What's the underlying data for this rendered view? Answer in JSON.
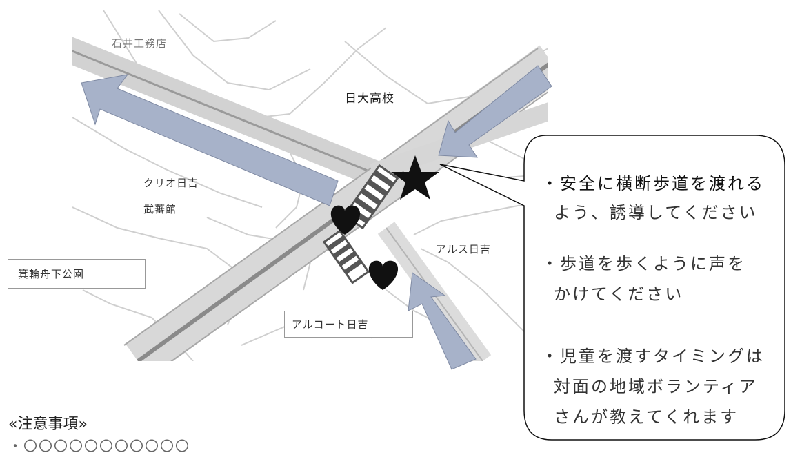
{
  "map": {
    "labels": {
      "ishii_koumuten": "石井工務店",
      "nichidai_koukou": "日大高校",
      "clio_hiyoshi": "クリオ日吉",
      "butokukan": "武蕃館",
      "minowa_park": "箕輪舟下公園",
      "arusu_hiyoshi": "アルス日吉",
      "arukoto_hiyoshi": "アルコート日吉"
    },
    "colors": {
      "arrow": "#a7b2c9",
      "road": "#d2d2d2",
      "block_line": "#c8c8c8"
    },
    "icons": [
      "star-icon",
      "heart-icon",
      "heart-icon",
      "crosswalk-icon",
      "crosswalk-icon"
    ]
  },
  "callout": {
    "notes": [
      {
        "line1": "・安全に横断歩道を渡れる",
        "line2": "よう、誘導してください"
      },
      {
        "line1": "・歩道を歩くように声を",
        "line2": "かけてください"
      },
      {
        "line1": "・児童を渡すタイミングは",
        "line2": "対面の地域ボランティア",
        "line3": "さんが教えてくれます"
      }
    ]
  },
  "footer": {
    "heading": "«注意事項»",
    "cut_line": "・〇〇〇〇〇〇〇〇〇〇〇"
  }
}
